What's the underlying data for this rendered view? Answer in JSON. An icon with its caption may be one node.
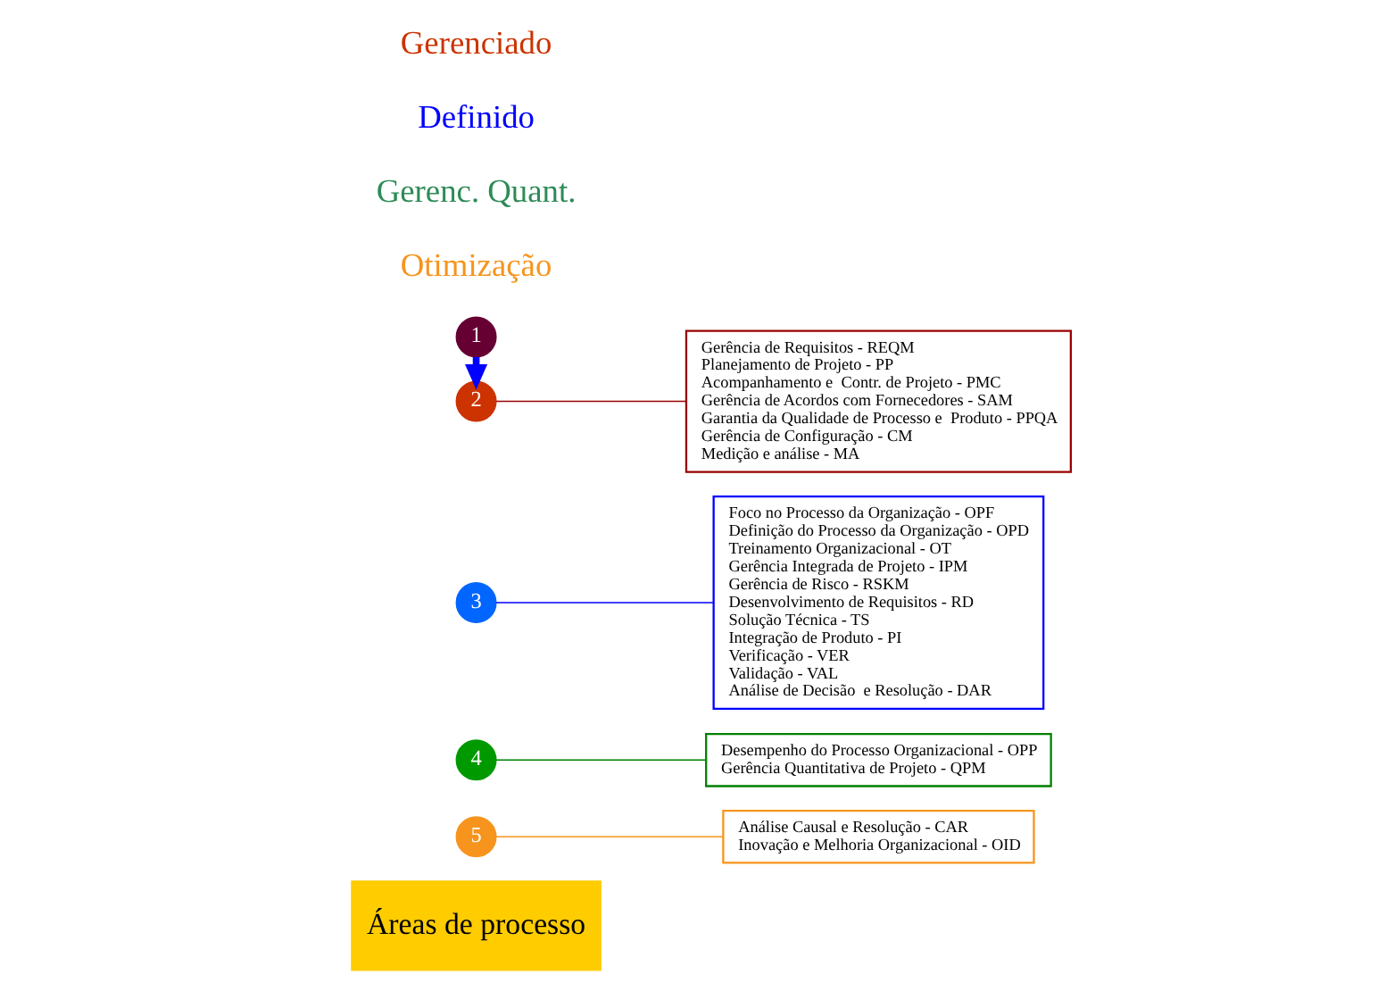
{
  "diagram": {
    "nodes": [
      {
        "text": [
          "Áreas de processo"
        ]
      },
      {
        "text": [
          "5"
        ]
      },
      {
        "text": [
          "Análise Causal e Resolução - CAR",
          "Inovação e Melhoria Organizacional - OID"
        ]
      },
      {
        "text": [
          "4"
        ]
      },
      {
        "text": [
          "Desempenho do Processo Organizacional - OPP",
          "Gerência Quantitativa de Projeto - QPM"
        ]
      },
      {
        "text": [
          "3"
        ]
      },
      {
        "text": [
          "Foco no Processo da Organização - OPF",
          "Definição do Processo da Organização - OPD",
          "Treinamento Organizacional - OT",
          "Gerência Integrada de Projeto - IPM",
          "Gerência de Risco - RSKM",
          "Desenvolvimento de Requisitos - RD",
          "Solução Técnica - TS",
          "Integração de Produto - PI",
          "Verificação - VER",
          "Validação - VAL",
          "Análise de Decisão  e Resolução - DAR"
        ]
      },
      {
        "text": [
          "2"
        ]
      },
      {
        "text": [
          "Gerência de Requisitos - REQM",
          "Planejamento de Projeto - PP",
          "Acompanhamento e  Contr. de Projeto - PMC",
          "Gerência de Acordos com Fornecedores - SAM",
          "Garantia da Qualidade de Processo e  Produto - PPQA",
          "Gerência de Configuração - CM",
          "Medição e análise - MA"
        ]
      },
      {
        "text": [
          "1"
        ]
      }
    ],
    "edges": [
      {
        "from": 1,
        "to": 2,
        "arrow": "none",
        "color": "#f7941d"
      },
      {
        "from": 3,
        "to": 4,
        "arrow": "none",
        "color": "#008000"
      },
      {
        "from": 5,
        "to": 6,
        "arrow": "none",
        "color": "#0000ff"
      },
      {
        "from": 7,
        "to": 8,
        "arrow": "none",
        "color": "#990000"
      },
      {
        "from": 9,
        "to": 7,
        "arrow": "to",
        "style": "thick",
        "color": "#0000ff"
      }
    ],
    "labels": [
      "Otimização",
      "Gerenc. Quant.",
      "Definido",
      "Gerenciado"
    ]
  }
}
